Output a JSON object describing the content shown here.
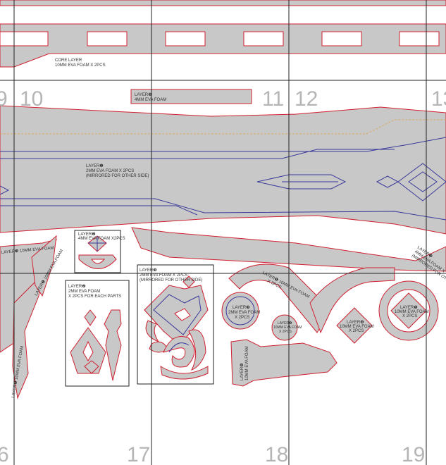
{
  "page_numbers": {
    "p9": "9",
    "p10": "10",
    "p11": "11",
    "p12": "12",
    "p13": "13",
    "p16": "6",
    "p17": "17",
    "p18": "18",
    "p19": "19"
  },
  "labels": {
    "core_layer_1": "CORE LAYER",
    "core_layer_2": "10MM EVA FOAM X 2PCS",
    "layer2_top_1": "LAYER❷",
    "layer2_top_2": "4MM EVA FOAM",
    "layer1_1": "LAYER❶",
    "layer1_2": "2MM EVA FOAM X 2PCS",
    "layer1_3": "(MIRRORED FOR OTHER SIDE)",
    "layer2_small_1": "LAYER❷",
    "layer2_small_2": "4MM EVA FOAM X2PCS",
    "layer2_parts_1": "LAYER❷",
    "layer2_parts_2": "2MM EVA FOAM",
    "layer2_parts_3": "X 2PCS FOR EACH PARTS",
    "layer3_face_1": "LAYER❸",
    "layer3_face_2": "2MM EVA FOAM X 2PCS",
    "layer3_face_3": "(MIRRORED FOR OTHER SIDE)",
    "layer3_round_1": "LAYER❸",
    "layer3_round_2": "2MM EVA FOAM",
    "layer3_round_3": "X 2PCS",
    "layer4_small_1": "LAYER❹",
    "layer4_small_2": "10MM EVA FOAM",
    "layer4_small_3": "X 2PCS",
    "layer4_diamond_1": "LAYER❹",
    "layer4_diamond_2": "10MM EVA FOAM",
    "layer4_diamond_3": "X 2PCS",
    "layer5_1": "LAYER❺",
    "layer5_2": "10MM EVA FOAM",
    "layer5_3": "X 2PCS",
    "layer6_1": "LAYER❻",
    "layer6_2": "10MM EVA FOAM",
    "arc_1": "LAYER❶ 10MM EVA FOAM",
    "arc_2": "X 2PCS",
    "right_1": "LAYER❷",
    "right_2": "4MM EVA FOAM X",
    "right_3": "(MIRRORED FOR OTHE",
    "left_a": "LAYER❸ 10MM EVA FOAM",
    "left_b": "LAYER❶ 10MM EVA FOAM",
    "left_c": "LAYER❷ 10MM EVA FOAM"
  },
  "colors": {
    "foam": "#c8c8c8",
    "cut_line": "#d02030",
    "bevel_line": "#3a3a9a",
    "grid": "#222222",
    "page_number": "#b5b5b5"
  }
}
